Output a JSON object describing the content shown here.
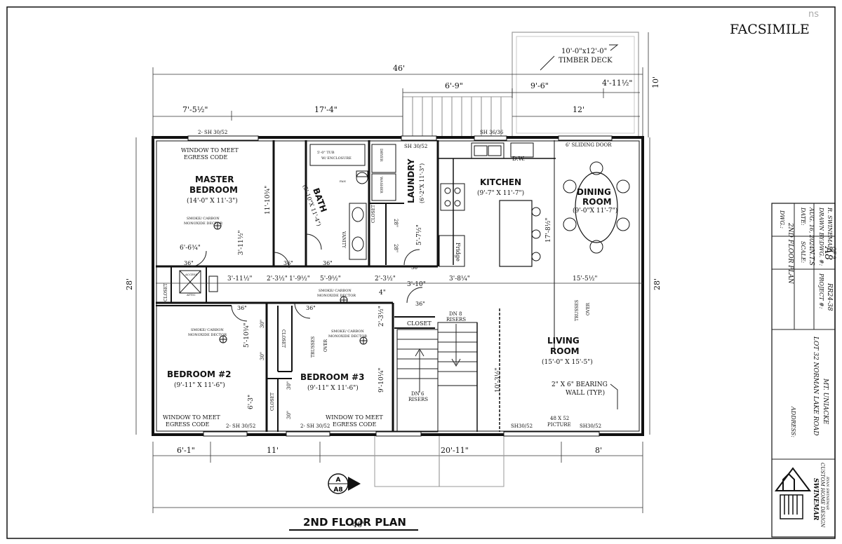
{
  "header": {
    "watermark": "FACSIMILE"
  },
  "title_block": {
    "dwg_label": "DWG.:",
    "dwg_value": "2ND FLOOR PLAN",
    "date_label": "DATE:",
    "date_value": "AUG. 16, 2024",
    "scale_label": "SCALE:",
    "scale_value": "N.T.S",
    "drawn_label": "DRAWN BY:",
    "drawn_value": "R. SWINEMAR",
    "project_label": "PROJECT #:",
    "project_value": "RR24-38",
    "dwgno_label": "DWG. #:",
    "dwgno_value": "A8",
    "of_value": "OF 9",
    "address_label": "ADDRESS:",
    "address_line1": "LOT 32 NORMAN LAKE ROAD",
    "address_line2": "MT. UNIACKE",
    "company_line1": "SWINEMAR",
    "company_line2": "CUSTOM HOME DESIGN",
    "company_line3": "RYAN SWINEMAR"
  },
  "plan_title": "2ND FLOOR PLAN",
  "section_marker": {
    "letter": "A",
    "sheet": "A8"
  },
  "deck": {
    "size": "10'-0\"x12'-0\"",
    "name": "TIMBER DECK"
  },
  "rooms": {
    "master": {
      "name1": "MASTER",
      "name2": "BEDROOM",
      "size": "(14'-0\" X 11'-3\")"
    },
    "bath": {
      "name": "BATH",
      "size": "(5'-10\"X 11'-4\")"
    },
    "laundry": {
      "name": "LAUNDRY",
      "size": "(6'-2\"X 11'-3\")"
    },
    "kitchen": {
      "name": "KITCHEN",
      "size": "(9'-7\" X 11'-7\")"
    },
    "dining": {
      "name1": "DINING",
      "name2": "ROOM",
      "size": "(9'-0\"X 11'-7\")"
    },
    "living": {
      "name1": "LIVING",
      "name2": "ROOM",
      "size": "(15'-0\" X 15'-5\")"
    },
    "bed2": {
      "name": "BEDROOM #2",
      "size": "(9'-11\" X 11'-6\")"
    },
    "bed3": {
      "name": "BEDROOM #3",
      "size": "(9'-11\" X 11'-6\")"
    }
  },
  "notes": {
    "egress_top1": "WINDOW TO MEET",
    "egress_top2": "EGRESS CODE",
    "egress_b2_1": "WINDOW TO MEET",
    "egress_b2_2": "EGRESS CODE",
    "egress_b3_1": "WINDOW TO MEET",
    "egress_b3_2": "EGRESS CODE",
    "smoke1": "SMOKE/ CARBON",
    "smoke2": "MONOXIDE DECTOR",
    "bearing1": "2\" X 6\" BEARING",
    "bearing2": "WALL (TYP.)",
    "trusses": "TRUSSES",
    "over": "OVER",
    "closet": "CLOSET",
    "access": "ACCESS",
    "attic": "ATTIC",
    "tub1": "5'-0\" TUB",
    "tub2": "W/ ENCLOSURE",
    "fan": "FAN",
    "vanity": "VANITY",
    "dryer": "DRYER",
    "washer": "WASHER",
    "dw": "D.W.",
    "fridge": "Fridge",
    "sliding": "6' SLIDING DOOR",
    "picture1": "48 X 52",
    "picture2": "PICTURE",
    "dn8_1": "DN 8",
    "dn8_2": "RISERS",
    "dn6_1": "DN 6",
    "dn6_2": "RISERS"
  },
  "windows": {
    "w_master": "2- SH 30/52",
    "w_top_mid": "SH 30/52",
    "w_top_kit": "SH 36/36",
    "w_b2": "2- SH 30/52",
    "w_b3": "2- SH 30/52",
    "w_liv1": "SH30/52",
    "w_liv2": "SH30/52"
  },
  "dims": {
    "overall_top": "46'",
    "overall_bottom": "46'",
    "left_side": "28'",
    "right_side": "28'",
    "deck_depth": "10'",
    "d7_5": "7'-5½\"",
    "d17_4": "17'-4\"",
    "d6_9": "6'-9\"",
    "d9_6": "9'-6\"",
    "d4_11": "4'-11½\"",
    "d12": "12'",
    "d6_1": "6'-1\"",
    "d11": "11'",
    "d20_11": "20'-11\"",
    "d8": "8'",
    "d11_10": "11'-10¾\"",
    "d6_6": "6'-6¾\"",
    "d3_11a": "3'-11½\"",
    "d3_11b": "3'-11½\"",
    "d2_3a": "2'-3½\"",
    "d1_9": "1'-9½\"",
    "d5_9": "5'-9½\"",
    "d2_3b": "2'-3½\"",
    "d3_10": "3'-10\"",
    "d3_8": "3'-8¼\"",
    "d15_5": "15'-5½\"",
    "d17_8": "17'-8½\"",
    "d5_7": "5'-7½\"",
    "d4": "4\"",
    "d5_10": "5'-10¾\"",
    "d9_10": "9'-10¼\"",
    "d6_3": "6'-3\"",
    "d2_3c": "2'-3½\"",
    "d10_3": "10'-3½\"",
    "d36": "36\"",
    "d30": "30\"",
    "d28": "28\""
  }
}
